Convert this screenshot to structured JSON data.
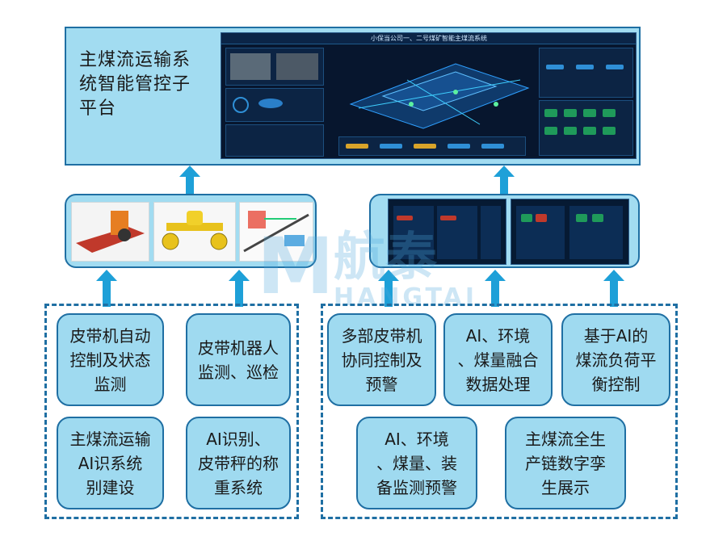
{
  "top": {
    "title": "主煤流运输系统智能管控子平台",
    "dashboard_title": "小保当公司一、二号煤矿智能主煤流系统"
  },
  "features": [
    {
      "id": "f1",
      "label": "皮带机自动控制及状态监测"
    },
    {
      "id": "f2",
      "label": "皮带机器人监测、巡检"
    },
    {
      "id": "f3",
      "label": "主煤流运输AI识系统别建设"
    },
    {
      "id": "f4",
      "label": "AI识别、皮带秤的称重系统"
    },
    {
      "id": "f5",
      "label": "多部皮带机协同控制及预警"
    },
    {
      "id": "f6",
      "label": "AI、环境、煤量融合数据处理"
    },
    {
      "id": "f7",
      "label": "基于AI的煤流负荷平衡控制"
    },
    {
      "id": "f8",
      "label": "AI、环境、煤量、装备监测预警"
    },
    {
      "id": "f9",
      "label": "主煤流全生产链数字孪生展示"
    }
  ],
  "watermark": {
    "main": "航泰",
    "sub": "HANGTAI",
    "logo_letter": "M"
  },
  "colors": {
    "box_fill": "#9fdaf0",
    "box_border": "#1f6fa3",
    "arrow": "#1ea0d8",
    "dashboard_bg": "#07162e"
  }
}
